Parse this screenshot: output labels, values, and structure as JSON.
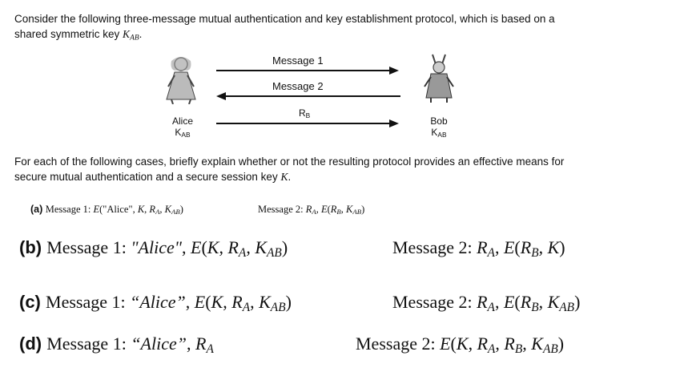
{
  "intro": {
    "line1": "Consider the following three-message mutual authentication and key establishment protocol, which is based on a",
    "line2_prefix": "shared symmetric key ",
    "key_symbol": "K",
    "key_sub": "AB",
    "line2_suffix": "."
  },
  "diagram": {
    "alice": {
      "name": "Alice",
      "key": "K",
      "key_sub": "AB"
    },
    "bob": {
      "name": "Bob",
      "key": "K",
      "key_sub": "AB"
    },
    "messages": [
      {
        "label": "Message 1",
        "direction": "right"
      },
      {
        "label": "Message 2",
        "direction": "left"
      },
      {
        "label": "R",
        "label_sub": "B",
        "direction": "right"
      }
    ]
  },
  "question": {
    "line1": "For each of the following cases, briefly explain whether or not the resulting protocol provides an effective means for",
    "line2_prefix": "secure mutual authentication and a secure session key ",
    "line2_var": "K",
    "line2_suffix": "."
  },
  "cases": [
    {
      "letter": "(a)",
      "msg1": "Message 1: E(\"Alice\", K, RA, KAB)",
      "msg2": "Message 2: RA, E(RB, KAB)"
    },
    {
      "letter": "(b)",
      "msg1": "Message 1: \"Alice\", E(K, RA, KAB)",
      "msg2": "Message 2: RA, E(RB, K)"
    },
    {
      "letter": "(c)",
      "msg1": "Message 1: “Alice”, E(K, RA, KAB)",
      "msg2": "Message 2: RA, E(RB, KAB)"
    },
    {
      "letter": "(d)",
      "msg1": "Message 1: “Alice”, RA",
      "msg2": "Message 2: E(K, RA, RB, KAB)"
    }
  ],
  "labels": {
    "msg1_prefix": "Message 1: ",
    "msg2_prefix": "Message 2: ",
    "E": "E",
    "alice_ascii": "\"Alice\"",
    "alice_curly": "“Alice”",
    "K": "K",
    "R": "R",
    "A": "A",
    "B": "B",
    "AB": "AB"
  }
}
